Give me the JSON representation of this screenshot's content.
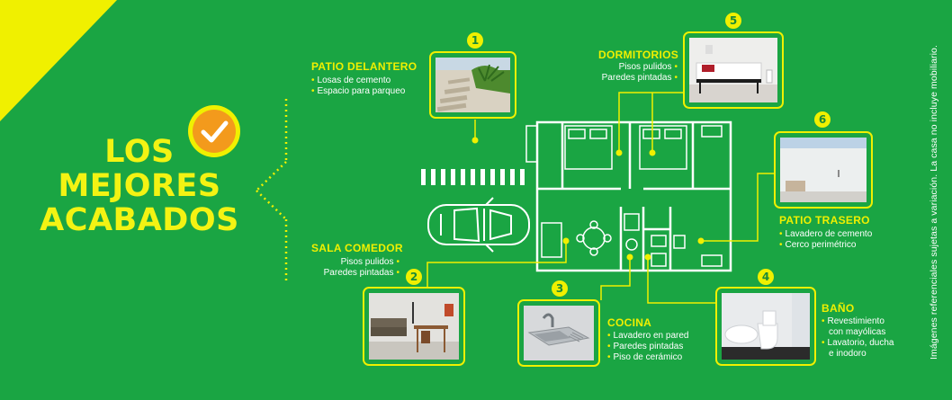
{
  "headline": {
    "line1": "LOS",
    "line2": "MEJORES",
    "line3": "ACABADOS"
  },
  "disclaimer": "Imágenes referenciales sujetas a variación. La casa no incluye mobiliario.",
  "icons": {
    "check": "check-icon",
    "car": "car-icon",
    "floor_plan": "floor-plan-icon"
  },
  "colors": {
    "background": "#1aa543",
    "accent": "#f0f000",
    "badge": "#f39a1c",
    "text": "#ffffff"
  },
  "sections": {
    "patio_delantero": {
      "number": "1",
      "title": "PATIO DELANTERO",
      "items": [
        "Losas de cemento",
        "Espacio para parqueo"
      ]
    },
    "sala_comedor": {
      "number": "2",
      "title": "SALA COMEDOR",
      "items": [
        "Pisos pulidos",
        "Paredes pintadas"
      ]
    },
    "cocina": {
      "number": "3",
      "title": "COCINA",
      "items": [
        "Lavadero en pared",
        "Paredes pintadas",
        "Piso de cerámico"
      ]
    },
    "bano": {
      "number": "4",
      "title": "BAÑO",
      "items": [
        "Revestimiento",
        "con mayólicas",
        "Lavatorio, ducha",
        "e inodoro"
      ]
    },
    "dormitorios": {
      "number": "5",
      "title": "DORMITORIOS",
      "items": [
        "Pisos pulidos",
        "Paredes pintadas"
      ]
    },
    "patio_trasero": {
      "number": "6",
      "title": "PATIO TRASERO",
      "items": [
        "Lavadero de cemento",
        "Cerco perimétrico"
      ]
    }
  }
}
